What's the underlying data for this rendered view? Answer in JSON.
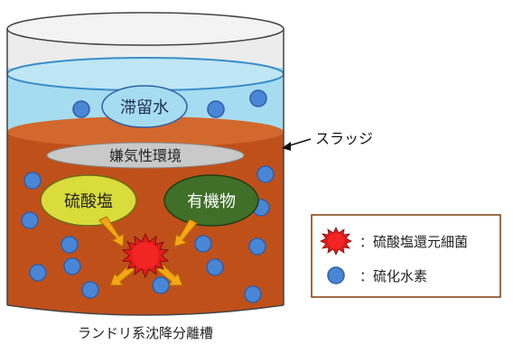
{
  "labels": {
    "stagnant_water": "滞留水",
    "anaerobic_env": "嫌気性環境",
    "sludge": "スラッジ",
    "sulfate": "硫酸塩",
    "organic": "有機物",
    "caption": "ランドリ系沈降分離槽"
  },
  "legend": {
    "srb_label": "：硫酸塩還元細菌",
    "h2s_label": "：硫化水素"
  },
  "colors": {
    "water": "#a6dcf0",
    "sludge": "#c0501a",
    "bubble": "#4a86d6",
    "sulfate": "#d9dc3a",
    "organic": "#3f6f28",
    "bacteria": "#e21b1b",
    "arrow": "#f3a714",
    "anaerobic": "#c9c9c9"
  }
}
